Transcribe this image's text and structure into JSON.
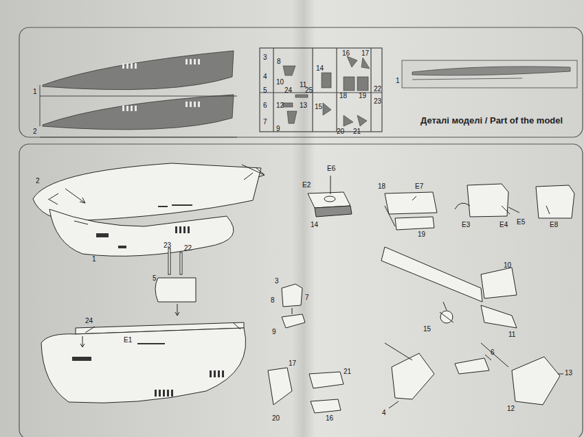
{
  "diagram": {
    "title": "Деталі моделі / Part of the model",
    "labels": [
      "1",
      "2",
      "3",
      "8",
      "4",
      "10",
      "11",
      "14",
      "16",
      "17",
      "18",
      "19",
      "5",
      "24",
      "25",
      "22",
      "6",
      "12",
      "13",
      "23",
      "7",
      "9",
      "15",
      "20",
      "21",
      "1",
      "2",
      "1",
      "E6",
      "E2",
      "14",
      "E7",
      "18",
      "19",
      "E3",
      "E4",
      "E5",
      "E8",
      "23",
      "22",
      "5",
      "3",
      "8",
      "7",
      "9",
      "10",
      "11",
      "15",
      "24",
      "E1",
      "17",
      "20",
      "21",
      "16",
      "6",
      "4",
      "13",
      "12"
    ]
  }
}
